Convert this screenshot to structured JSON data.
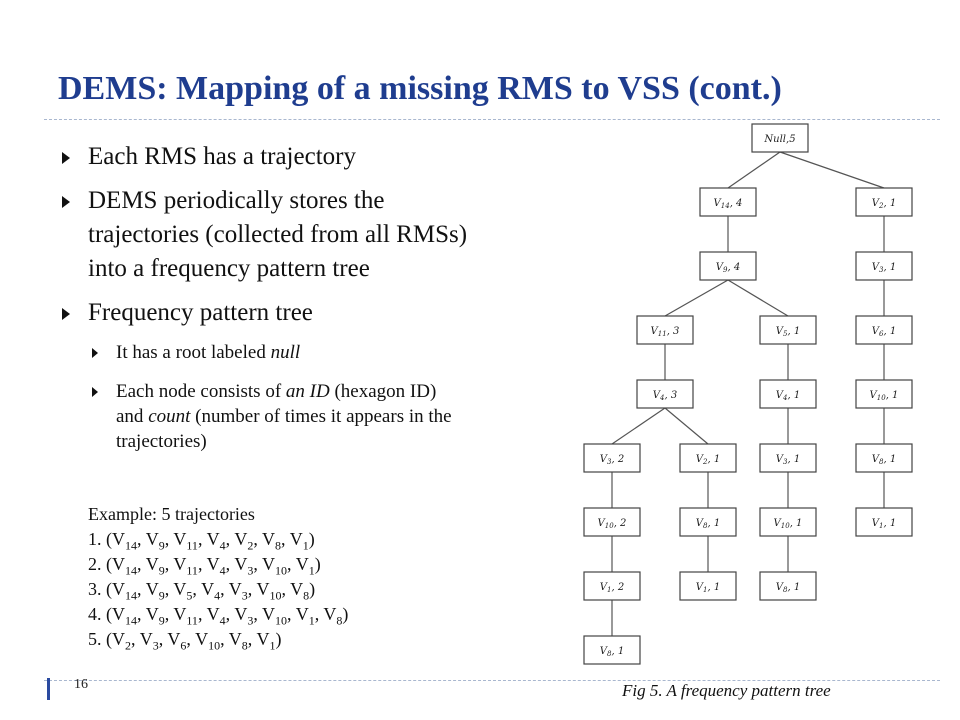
{
  "title": "DEMS: Mapping of a missing RMS to VSS (cont.)",
  "bullets": {
    "b1": "Each RMS has a trajectory",
    "b2_l1": "DEMS periodically stores the",
    "b2_l2": "trajectories (collected from all RMSs)",
    "b2_l3": "into a frequency pattern tree",
    "b3": "Frequency pattern tree",
    "sub1_text": "It has a root labeled ",
    "sub1_em": "null",
    "sub2_a": "Each node consists of ",
    "sub2_em1": "an ID",
    "sub2_b": " (hexagon ID)",
    "sub2_c": "and ",
    "sub2_em2": "count",
    "sub2_d": " (number of times it appears in the",
    "sub2_e": "trajectories)"
  },
  "example": {
    "heading": "Example: 5 trajectories",
    "trajectories": [
      {
        "num": "1.",
        "nodes": [
          [
            "V",
            "14"
          ],
          [
            "V",
            "9"
          ],
          [
            "V",
            "11"
          ],
          [
            "V",
            "4"
          ],
          [
            "V",
            "2"
          ],
          [
            "V",
            "8"
          ],
          [
            "V",
            "1"
          ]
        ]
      },
      {
        "num": "2.",
        "nodes": [
          [
            "V",
            "14"
          ],
          [
            "V",
            "9"
          ],
          [
            "V",
            "11"
          ],
          [
            "V",
            "4"
          ],
          [
            "V",
            "3"
          ],
          [
            "V",
            "10"
          ],
          [
            "V",
            "1"
          ]
        ]
      },
      {
        "num": "3.",
        "nodes": [
          [
            "V",
            "14"
          ],
          [
            "V",
            "9"
          ],
          [
            "V",
            "5"
          ],
          [
            "V",
            "4"
          ],
          [
            "V",
            "3"
          ],
          [
            "V",
            "10"
          ],
          [
            "V",
            "8"
          ]
        ]
      },
      {
        "num": "4.",
        "nodes": [
          [
            "V",
            "14"
          ],
          [
            "V",
            "9"
          ],
          [
            "V",
            "11"
          ],
          [
            "V",
            "4"
          ],
          [
            "V",
            "3"
          ],
          [
            "V",
            "10"
          ],
          [
            "V",
            "1"
          ],
          [
            "V",
            "8"
          ]
        ]
      },
      {
        "num": "5.",
        "nodes": [
          [
            "V",
            "2"
          ],
          [
            "V",
            "3"
          ],
          [
            "V",
            "6"
          ],
          [
            "V",
            "10"
          ],
          [
            "V",
            "8"
          ],
          [
            "V",
            "1"
          ]
        ]
      }
    ]
  },
  "tree_nodes": [
    {
      "id": "root",
      "label": "Null",
      "sub": "",
      "count": "5"
    },
    {
      "id": "n14",
      "label": "V",
      "sub": "14",
      "count": "4"
    },
    {
      "id": "n9",
      "label": "V",
      "sub": "9",
      "count": "4"
    },
    {
      "id": "n11",
      "label": "V",
      "sub": "11",
      "count": "3"
    },
    {
      "id": "n4a",
      "label": "V",
      "sub": "4",
      "count": "3"
    },
    {
      "id": "n3a",
      "label": "V",
      "sub": "3",
      "count": "2"
    },
    {
      "id": "n10a",
      "label": "V",
      "sub": "10",
      "count": "2"
    },
    {
      "id": "n1a",
      "label": "V",
      "sub": "1",
      "count": "2"
    },
    {
      "id": "n8a",
      "label": "V",
      "sub": "8",
      "count": "1"
    },
    {
      "id": "n2a",
      "label": "V",
      "sub": "2",
      "count": "1"
    },
    {
      "id": "n8b",
      "label": "V",
      "sub": "8",
      "count": "1"
    },
    {
      "id": "n1b",
      "label": "V",
      "sub": "1",
      "count": "1"
    },
    {
      "id": "n5",
      "label": "V",
      "sub": "5",
      "count": "1"
    },
    {
      "id": "n4b",
      "label": "V",
      "sub": "4",
      "count": "1"
    },
    {
      "id": "n3b",
      "label": "V",
      "sub": "3",
      "count": "1"
    },
    {
      "id": "n10b",
      "label": "V",
      "sub": "10",
      "count": "1"
    },
    {
      "id": "n8c",
      "label": "V",
      "sub": "8",
      "count": "1"
    },
    {
      "id": "n2b",
      "label": "V",
      "sub": "2",
      "count": "1"
    },
    {
      "id": "n3c",
      "label": "V",
      "sub": "3",
      "count": "1"
    },
    {
      "id": "n6",
      "label": "V",
      "sub": "6",
      "count": "1"
    },
    {
      "id": "n10c",
      "label": "V",
      "sub": "10",
      "count": "1"
    },
    {
      "id": "n8d",
      "label": "V",
      "sub": "8",
      "count": "1"
    },
    {
      "id": "n1c",
      "label": "V",
      "sub": "1",
      "count": "1"
    }
  ],
  "tree_edges": [
    [
      "root",
      "n14"
    ],
    [
      "root",
      "n2b"
    ],
    [
      "n14",
      "n9"
    ],
    [
      "n9",
      "n11"
    ],
    [
      "n9",
      "n5"
    ],
    [
      "n11",
      "n4a"
    ],
    [
      "n4a",
      "n3a"
    ],
    [
      "n4a",
      "n2a"
    ],
    [
      "n3a",
      "n10a"
    ],
    [
      "n10a",
      "n1a"
    ],
    [
      "n1a",
      "n8a"
    ],
    [
      "n2a",
      "n8b"
    ],
    [
      "n8b",
      "n1b"
    ],
    [
      "n5",
      "n4b"
    ],
    [
      "n4b",
      "n3b"
    ],
    [
      "n3b",
      "n10b"
    ],
    [
      "n10b",
      "n8c"
    ],
    [
      "n2b",
      "n3c"
    ],
    [
      "n3c",
      "n6"
    ],
    [
      "n6",
      "n10c"
    ],
    [
      "n10c",
      "n8d"
    ],
    [
      "n8d",
      "n1c"
    ]
  ],
  "page_number": "16",
  "caption": "Fig 5. A frequency pattern tree"
}
